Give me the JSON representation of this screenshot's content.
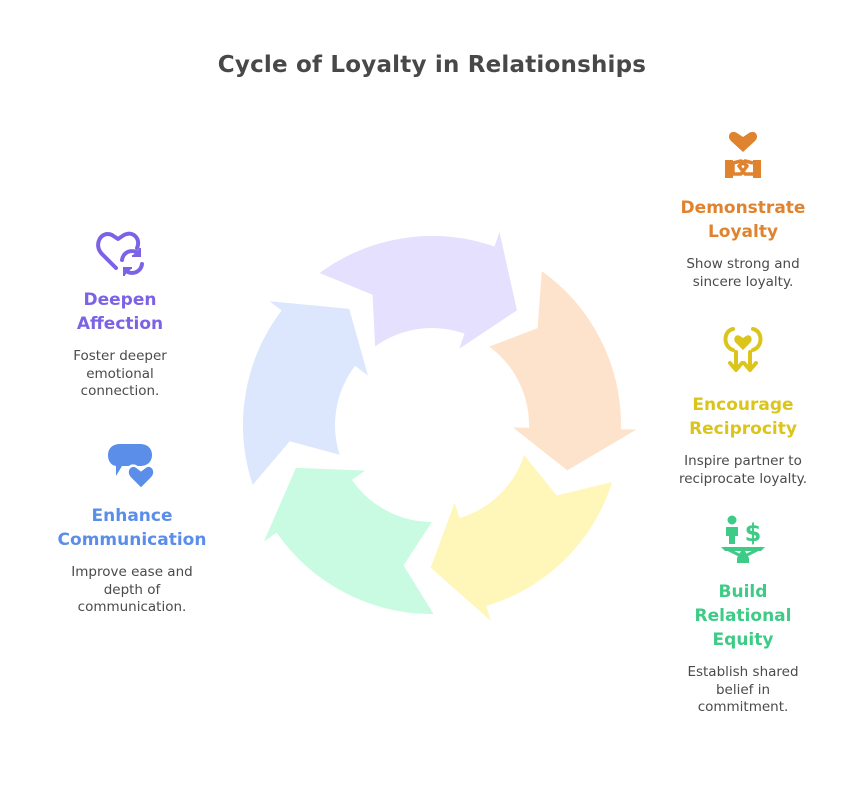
{
  "title": "Cycle of Loyalty in Relationships",
  "chart_data": {
    "type": "cycle",
    "title": "Cycle of Loyalty in Relationships",
    "direction": "clockwise",
    "steps": [
      {
        "label": "Demonstrate Loyalty",
        "color": "#FDE3CC"
      },
      {
        "label": "Encourage Reciprocity",
        "color": "#FFF6BA"
      },
      {
        "label": "Build Relational Equity",
        "color": "#C8FBE2"
      },
      {
        "label": "Enhance Communication",
        "color": "#DCE7FD"
      },
      {
        "label": "Deepen Affection",
        "color": "#E5E0FD"
      }
    ]
  },
  "steps": {
    "demonstrate": {
      "icon": "heart-handshake-icon",
      "head1": "Demonstrate",
      "head2": "Loyalty",
      "desc1": "Show strong and",
      "desc2": "sincere loyalty.",
      "color": "#E0832F"
    },
    "encourage": {
      "icon": "heart-arrows-down-icon",
      "head1": "Encourage",
      "head2": "Reciprocity",
      "desc1": "Inspire partner to",
      "desc2": "reciprocate loyalty.",
      "color": "#DCC51B"
    },
    "build": {
      "icon": "balance-person-dollar-icon",
      "head1": "Build",
      "head2": "Relational",
      "head3": "Equity",
      "desc1": "Establish shared",
      "desc2": "belief in",
      "desc3": "commitment.",
      "color": "#3DCB85"
    },
    "enhance": {
      "icon": "chat-heart-icon",
      "head1": "Enhance",
      "head2": "Communication",
      "desc1": "Improve ease and",
      "desc2": "depth of",
      "desc3": "communication.",
      "color": "#5A8EE9"
    },
    "deepen": {
      "icon": "heart-refresh-icon",
      "head1": "Deepen",
      "head2": "Affection",
      "desc1": "Foster deeper",
      "desc2": "emotional",
      "desc3": "connection.",
      "color": "#7C63E6"
    }
  }
}
